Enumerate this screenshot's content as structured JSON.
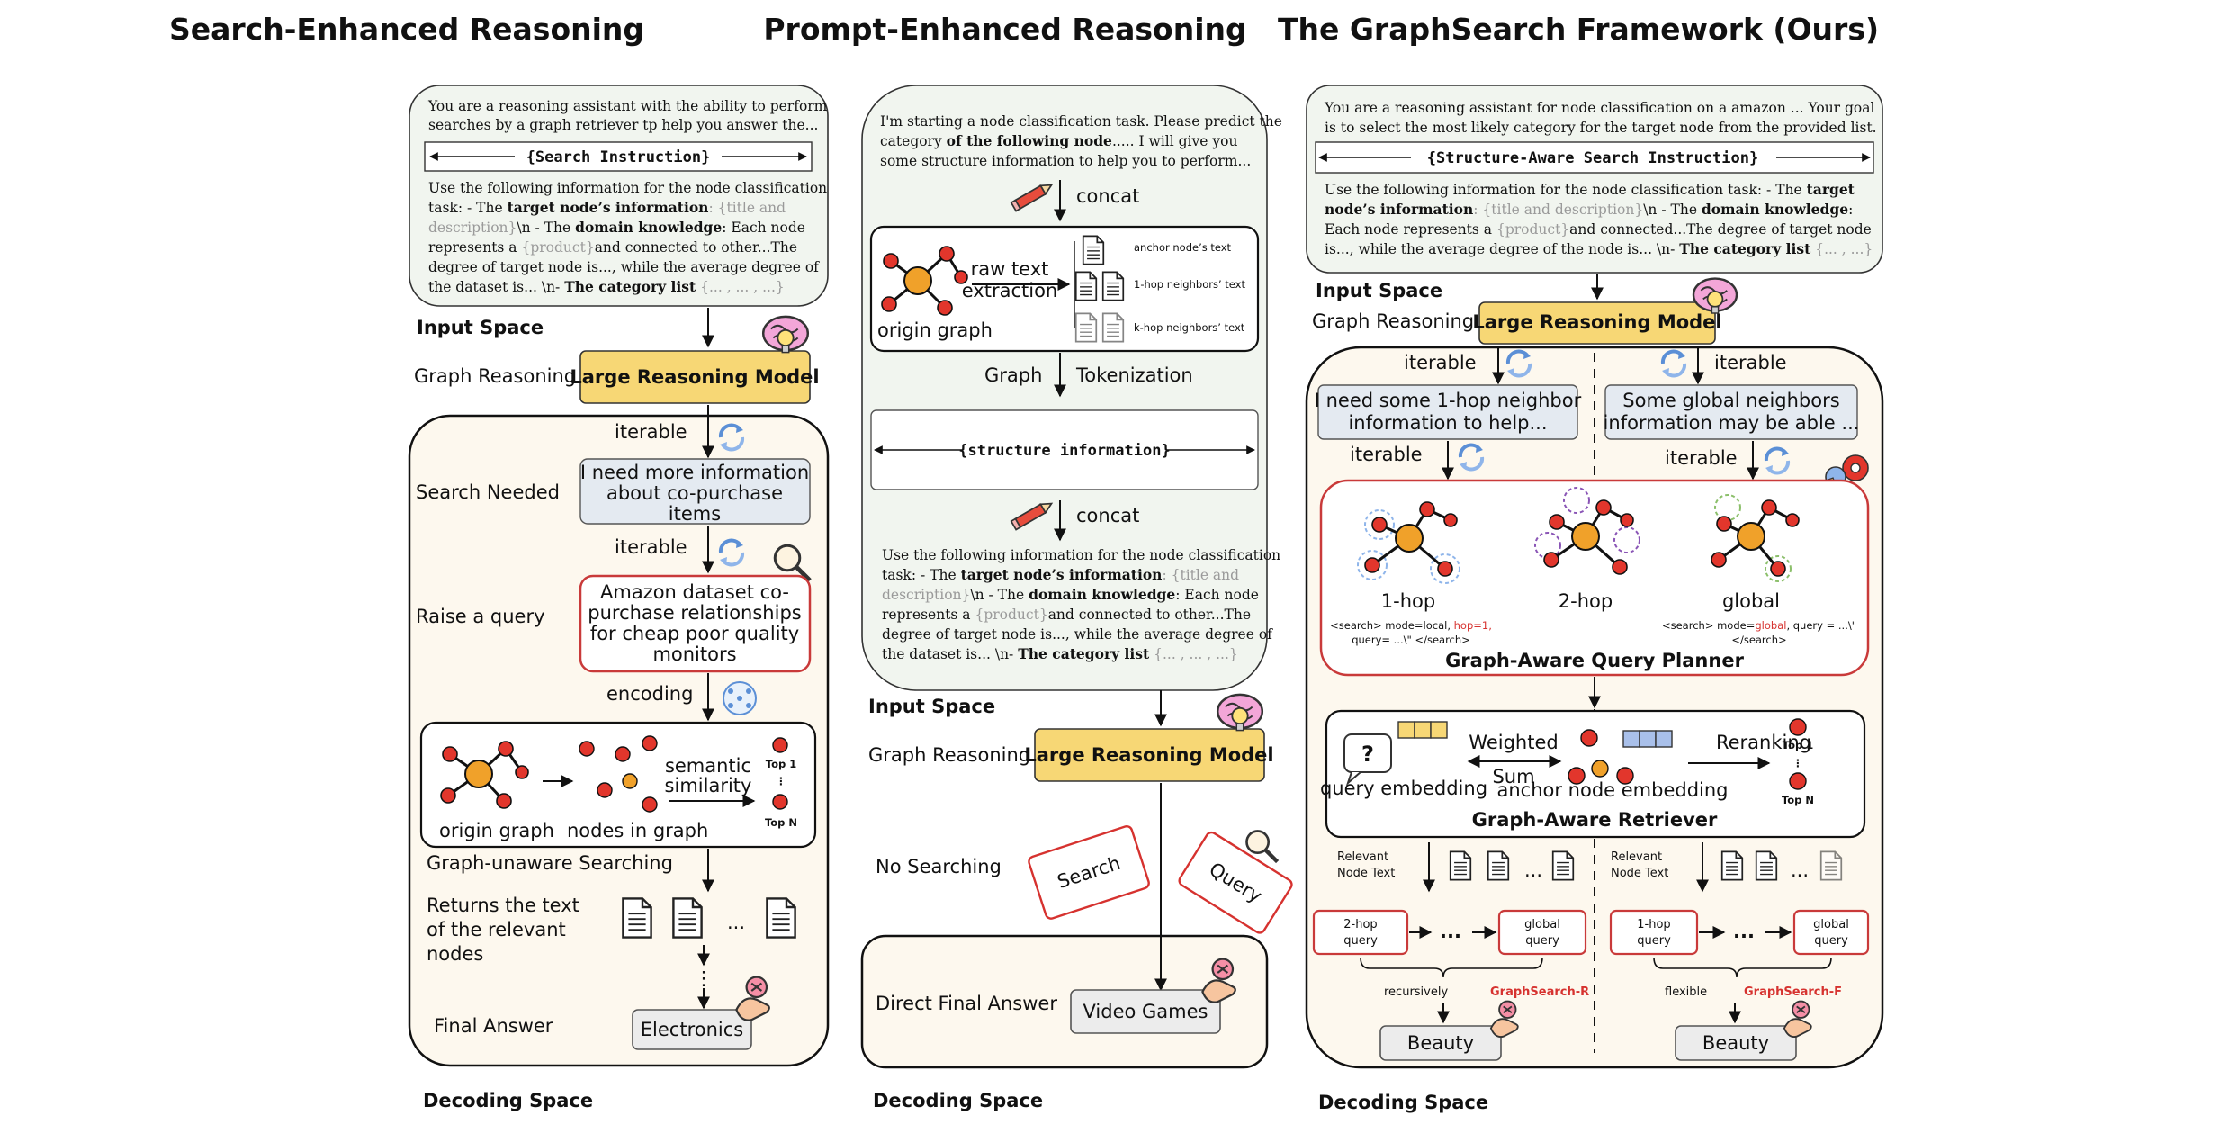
{
  "titles": {
    "left": "Search-Enhanced Reasoning",
    "middle": "Prompt-Enhanced Reasoning",
    "right": "The GraphSearch Framework (Ours)"
  },
  "left": {
    "prompt": {
      "line1": "You are a reasoning assistant with the ability to perform",
      "line2": "searches by a graph retriever tp help you answer the...",
      "instruction": "{Search Instruction}",
      "line3": "Use the following information for the node classification",
      "line4a": "task: - The ",
      "line4b": "target node’s information",
      "line4c": ": {title and",
      "line5a": "description}",
      "line5b": "\\n - The ",
      "line5c": "domain knowledge",
      "line5d": ": Each node",
      "line6a": "represents a ",
      "line6b": "{product}",
      "line6c": "and connected to other...The",
      "line7": "degree of target node is..., while the average degree of",
      "line8a": "the dataset is... \\n- ",
      "line8b": "The category list",
      "line8c": " {... , ... , ...}"
    },
    "input_space": "Input Space",
    "graph_reasoning": "Graph Reasoning",
    "lrm": "Large Reasoning Model",
    "iterable1": "iterable",
    "search_needed": "Search Needed",
    "need_info": [
      "I need more information",
      "about co-purchase",
      "items"
    ],
    "iterable2": "iterable",
    "raise_query": "Raise a query",
    "query": [
      "Amazon dataset co-",
      "purchase relationships",
      "for cheap poor quality",
      "monitors"
    ],
    "encoding": "encoding",
    "origin_graph": "origin graph",
    "nodes_in_graph": "nodes in graph",
    "semantic": "semantic",
    "similarity": "similarity",
    "top1": "Top 1",
    "topn": "Top N",
    "unaware": "Graph-unaware Searching",
    "returns": [
      "Returns the text",
      "of the relevant",
      "nodes"
    ],
    "ellipsis": "...",
    "final_answer": "Final Answer",
    "answer": "Electronics",
    "decoding": "Decoding Space"
  },
  "middle": {
    "prompt": {
      "line1": "I'm starting a node classification task. Please predict the",
      "line2a": "category ",
      "line2b": "of the following node",
      "line2c": "..... I will give you",
      "line3": "some structure information to help you to perform..."
    },
    "concat1": "concat",
    "raw_text": "raw text",
    "extraction": "extraction",
    "origin_graph": "origin graph",
    "anchor_text": "anchor node’s text",
    "hop1_text": "1-hop neighbors’ text",
    "khop_text": "k-hop neighbors’ text",
    "graph": "Graph",
    "tokenization": "Tokenization",
    "structure_info": "{structure information}",
    "concat2": "concat",
    "prompt2": {
      "line1": "Use the following information for the node classification",
      "line2a": "task: - The ",
      "line2b": "target node’s information",
      "line2c": ": {title and",
      "line3a": "description}",
      "line3b": "\\n - The ",
      "line3c": "domain knowledge",
      "line3d": ": Each node",
      "line4a": "represents a ",
      "line4b": "{product}",
      "line4c": "and connected to other...The",
      "line5": "degree of target node is..., while the average degree of",
      "line6a": "the dataset is... \\n- ",
      "line6b": "The category list",
      "line6c": " {... , ... , ...}"
    },
    "input_space": "Input Space",
    "graph_reasoning": "Graph Reasoning",
    "lrm": "Large Reasoning Model",
    "no_searching": "No Searching",
    "search_card": "Search",
    "query_card": "Query",
    "direct_final": "Direct Final Answer",
    "answer": "Video Games",
    "decoding": "Decoding Space"
  },
  "right": {
    "prompt": {
      "line1": "You are a reasoning assistant for node classification on a amazon ... Your goal",
      "line2": "is to select the most likely category for the target node from the provided list.",
      "instruction": "{Structure-Aware Search Instruction}",
      "line3a": "Use the following information for the node classification task: - The ",
      "line3b": "target",
      "line4a": "node’s information",
      "line4b": ": {title and description}",
      "line4c": "\\n - The ",
      "line4d": "domain knowledge",
      "line4e": ":",
      "line5a": "Each node  represents  a ",
      "line5b": "{product}",
      "line5c": "and connected...The degree of target node",
      "line6a": "is..., while the average degree of the node is... \\n- ",
      "line6b": "The category list",
      "line6c": " {... , ...}"
    },
    "input_space": "Input Space",
    "graph_reasoning": "Graph Reasoning",
    "lrm": "Large Reasoning Model",
    "iterable_l1": "iterable",
    "iterable_r1": "iterable",
    "need_1hop": [
      "I need some 1-hop neighbor",
      "information to help..."
    ],
    "global_nb": [
      "Some global neighbors",
      "information may be able ..."
    ],
    "iterable_l2": "iterable",
    "iterable_r2": "iterable",
    "hop1": "1-hop",
    "hop2": "2-hop",
    "global": "global",
    "search_local_a": "<search> mode=local, ",
    "search_local_b": "hop=1,",
    "search_local_c": "query= ...\\\" </search>",
    "search_global_a": "<search> mode=",
    "search_global_b": "global",
    "search_global_c": ", query = ...\\\"",
    "search_global_d": "</search>",
    "planner": "Graph-Aware Query Planner",
    "weighted": "Weighted",
    "sum": "Sum",
    "reranking": "Reranking",
    "query_embedding": "query embedding",
    "anchor_embedding": "anchor node embedding",
    "top1": "Top 1",
    "topn": "Top N",
    "retriever": "Graph-Aware Retriever",
    "relevant": "Relevant",
    "node_text": "Node Text",
    "ellipsis": "...",
    "q2hop": [
      "2-hop",
      "query"
    ],
    "qglobal": [
      "global",
      "query"
    ],
    "q1hop": [
      "1-hop",
      "query"
    ],
    "recursively": "recursively",
    "flexible": "flexible",
    "gsr": "GraphSearch-R",
    "gsf": "GraphSearch-F",
    "answer": "Beauty",
    "decoding": "Decoding Space"
  },
  "colors": {
    "lrm_fill": "#f7d775",
    "prompt_fill": "#f1f5ef",
    "decode_fill": "#fdf8ee",
    "red_box": "#c93a3a",
    "node_orange": "#f0a12a",
    "node_red": "#e2362c",
    "answer_fill": "#ececec"
  }
}
